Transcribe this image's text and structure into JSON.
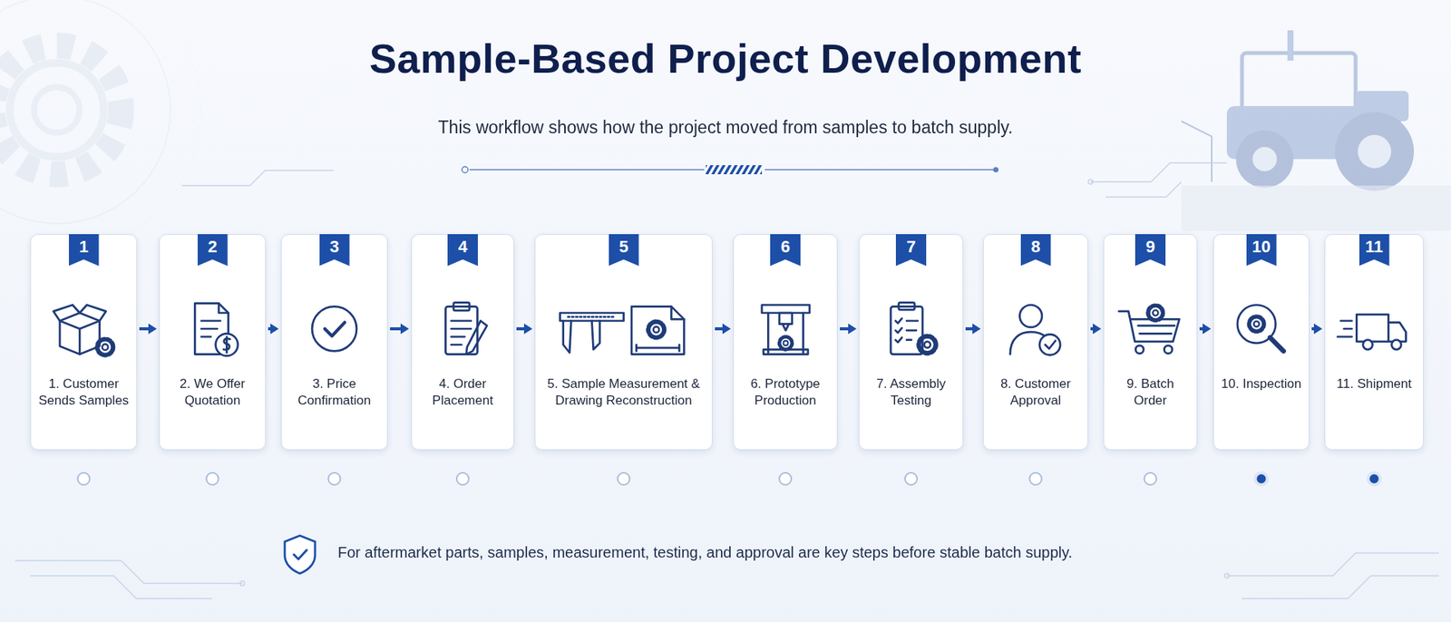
{
  "diagram": {
    "title": "Sample-Based Project Development",
    "nodes": [
      {
        "text": [
          "1",
          "1. Customer Sends Samples"
        ]
      },
      {
        "text": [
          "2",
          "2. We Offer Quotation"
        ]
      },
      {
        "text": [
          "3",
          "3. Price Confirmation"
        ]
      },
      {
        "text": [
          "4",
          "4. Order Placement"
        ]
      },
      {
        "text": [
          "5",
          "5. Sample Measurement & Drawing Reconstruction"
        ]
      },
      {
        "text": [
          "6",
          "6. Prototype Production"
        ]
      },
      {
        "text": [
          "7",
          "7. Assembly Testing"
        ]
      },
      {
        "text": [
          "8",
          "8. Customer Approval"
        ]
      },
      {
        "text": [
          "9",
          "9. Batch Order"
        ]
      },
      {
        "text": [
          "10",
          "10. Inspection"
        ]
      },
      {
        "text": [
          "11",
          "11. Shipment"
        ]
      }
    ],
    "edges": [
      {
        "from": 0,
        "to": 1,
        "arrow": "to"
      },
      {
        "from": 1,
        "to": 2,
        "arrow": "to"
      },
      {
        "from": 2,
        "to": 3,
        "arrow": "to"
      },
      {
        "from": 3,
        "to": 4,
        "arrow": "to"
      },
      {
        "from": 4,
        "to": 5,
        "arrow": "to"
      },
      {
        "from": 5,
        "to": 6,
        "arrow": "to"
      },
      {
        "from": 6,
        "to": 7,
        "arrow": "to"
      },
      {
        "from": 7,
        "to": 8,
        "arrow": "to"
      },
      {
        "from": 8,
        "to": 9,
        "arrow": "to"
      },
      {
        "from": 9,
        "to": 10,
        "arrow": "to"
      }
    ],
    "labels": [
      "This workflow shows how the project moved from samples to batch supply.",
      "For aftermarket parts, samples, measurement, testing, and approval are key steps before stable batch supply."
    ]
  }
}
